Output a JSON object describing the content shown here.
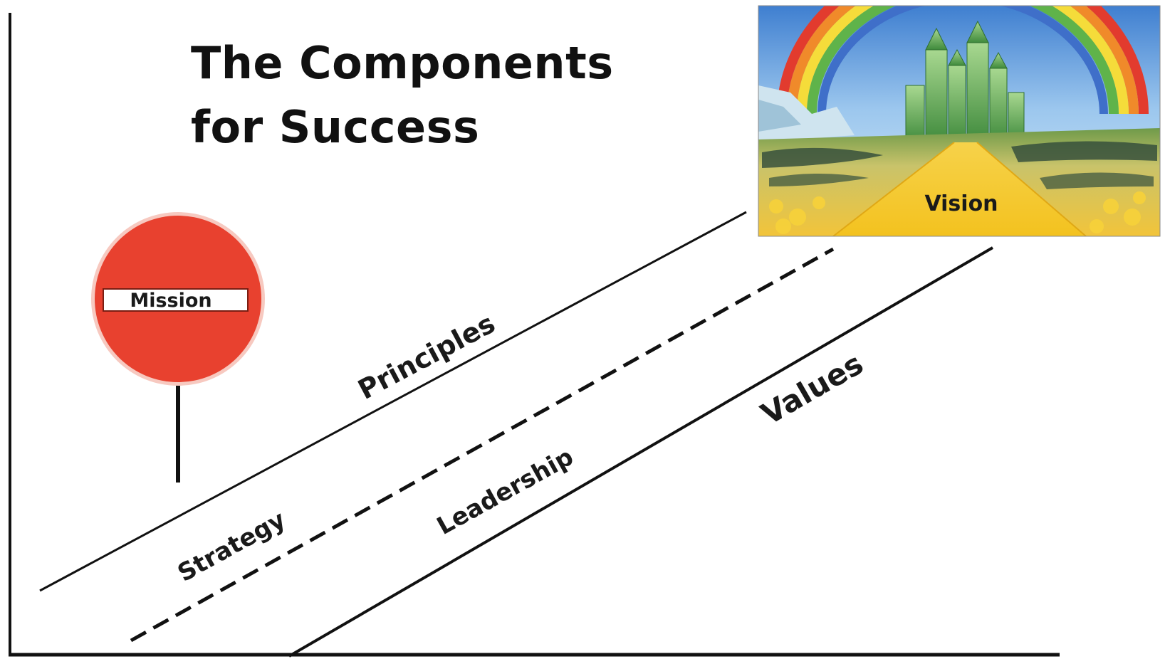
{
  "title": {
    "line1": "The Components",
    "line2": "for Success"
  },
  "sign": {
    "label": "Mission"
  },
  "vision_image": {
    "label": "Vision"
  },
  "paths": {
    "principles": "Principles",
    "strategy": "Strategy",
    "leadership": "Leadership",
    "values": "Values"
  },
  "colors": {
    "sign_red": "#e8412f",
    "line": "#111111"
  }
}
